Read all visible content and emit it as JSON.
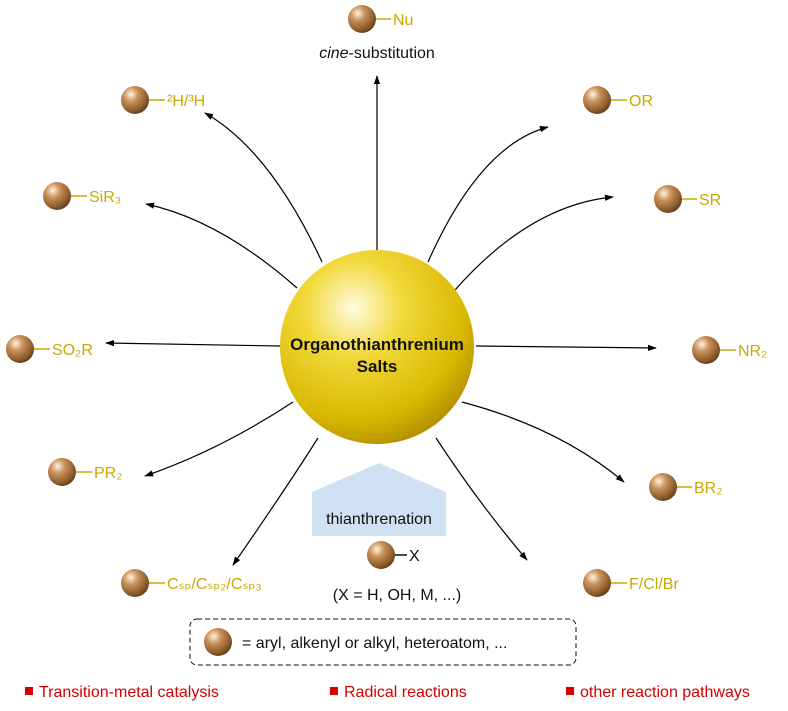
{
  "center": {
    "line1": "Organothianthrenium",
    "line2": "Salts"
  },
  "top_label": {
    "italic": "cine",
    "rest": "-substitution"
  },
  "substituents": {
    "nu": "Nu",
    "or": "OR",
    "sr": "SR",
    "nr2": "NR₂",
    "br2": "BR₂",
    "fclbr": "F/Cl/Br",
    "csp": "Cₛₚ/Cₛₚ₂/Cₛₚ₃",
    "pr2": "PR₂",
    "so2r": "SO₂R",
    "sir3": "SiR₃",
    "hydrogen": "²H/³H"
  },
  "thianthrenation": "thianthrenation",
  "start_x": "X",
  "x_def": "(X = H, OH, M, ...)",
  "box_def": "= aryl, alkenyl or alkyl, heteroatom, ...",
  "legend": [
    "Transition-metal catalysis",
    "Radical reactions",
    "other reaction pathways"
  ],
  "colors": {
    "center_sphere": "#e2c200",
    "ball": "#8a5a2b",
    "label": "#c9a800",
    "legend": "#d40000",
    "arrow_box": "#cfe1f3"
  }
}
